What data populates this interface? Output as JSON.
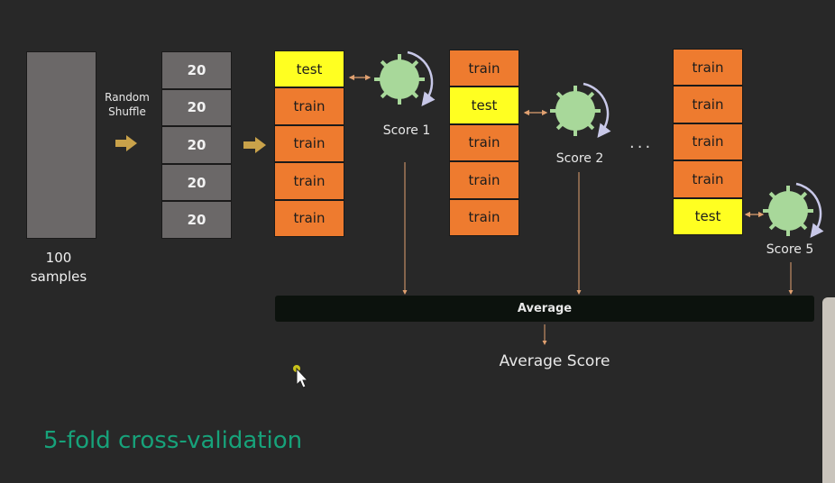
{
  "dataset": {
    "count": "100",
    "unit": "samples"
  },
  "shuffle": {
    "line1": "Random",
    "line2": "Shuffle"
  },
  "chunks": [
    "20",
    "20",
    "20",
    "20",
    "20"
  ],
  "folds": [
    {
      "cells": [
        "test",
        "train",
        "train",
        "train",
        "train"
      ],
      "score": "Score 1"
    },
    {
      "cells": [
        "train",
        "test",
        "train",
        "train",
        "train"
      ],
      "score": "Score 2"
    },
    {
      "cells": [
        "train",
        "train",
        "train",
        "train",
        "test"
      ],
      "score": "Score 5"
    }
  ],
  "ellipsis": "...",
  "average": {
    "bar_label": "Average",
    "result_label": "Average Score"
  },
  "title": "5-fold cross-validation",
  "colors": {
    "train": "#ee7b2f",
    "test": "#ffff21",
    "model": "#a8d89a",
    "accent": "#17a27a",
    "connector": "#e0a070"
  },
  "icons": [
    "arrow-right-icon",
    "model-gear-icon",
    "curved-arrow-icon",
    "mouse-cursor-icon"
  ]
}
